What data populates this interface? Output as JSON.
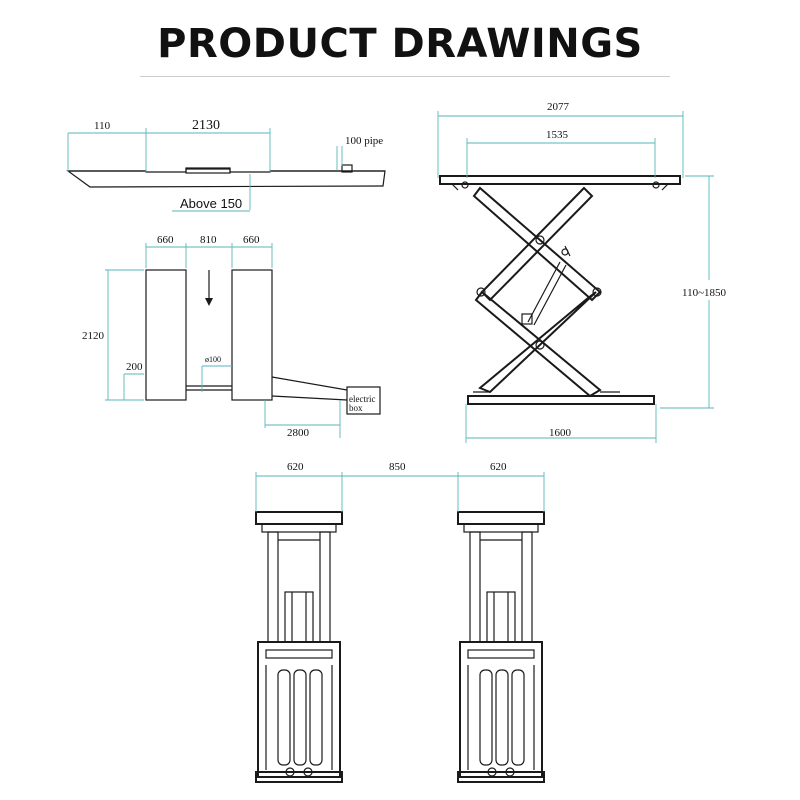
{
  "title": "PRODUCT DRAWINGS",
  "foundation_view": {
    "dims": {
      "left_offset": "110",
      "pit_length": "2130",
      "pipe": "100 pipe",
      "depth_note": "Above 150"
    }
  },
  "plan_view": {
    "dims": {
      "left_width": "660",
      "gap": "810",
      "right_width": "660",
      "length": "2120",
      "offset": "200",
      "pipe_dia": "ø100",
      "cable": "2800",
      "box_line1": "electric",
      "box_line2": "box"
    }
  },
  "side_view": {
    "dims": {
      "platform_length": "2077",
      "inner_length": "1535",
      "height_range": "110~1850",
      "base_length": "1600"
    }
  },
  "front_view": {
    "dims": {
      "left_width": "620",
      "gap": "850",
      "right_width": "620"
    }
  }
}
